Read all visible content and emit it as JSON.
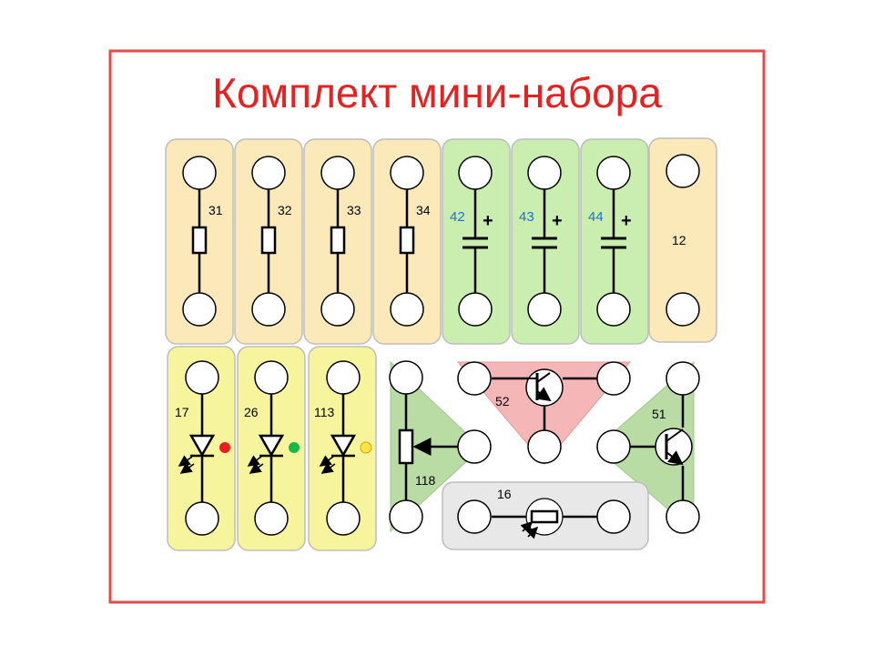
{
  "title": "Комплект мини-набора",
  "colors": {
    "frame": "#e54a4a",
    "title": "#e62121",
    "resistor_fill": "#fbe9b9",
    "capacitor_fill": "#c9eeb0",
    "led_fill": "#f6f49d",
    "pot_fill": "#b8dca4",
    "transistor_pnp_fill": "#f4b6b6",
    "photo_fill": "#e8e8e8",
    "cap_label": "#1f6fd0",
    "led_red": "#ee1c1c",
    "led_green": "#1ab64a",
    "led_yellow": "#ffe14a"
  },
  "components": {
    "resistors": [
      {
        "label": "31"
      },
      {
        "label": "32"
      },
      {
        "label": "33"
      },
      {
        "label": "34"
      }
    ],
    "capacitors": [
      {
        "label": "42",
        "sign": "+"
      },
      {
        "label": "43",
        "sign": "+"
      },
      {
        "label": "44",
        "sign": "+"
      }
    ],
    "wire": {
      "label": "12"
    },
    "leds": [
      {
        "label": "17",
        "color": "red"
      },
      {
        "label": "26",
        "color": "green"
      },
      {
        "label": "113",
        "color": "yellow"
      }
    ],
    "potentiometer": {
      "label": "118"
    },
    "transistor_top": {
      "label": "52"
    },
    "transistor_right": {
      "label": "51"
    },
    "photoresistor": {
      "label": "16"
    }
  }
}
